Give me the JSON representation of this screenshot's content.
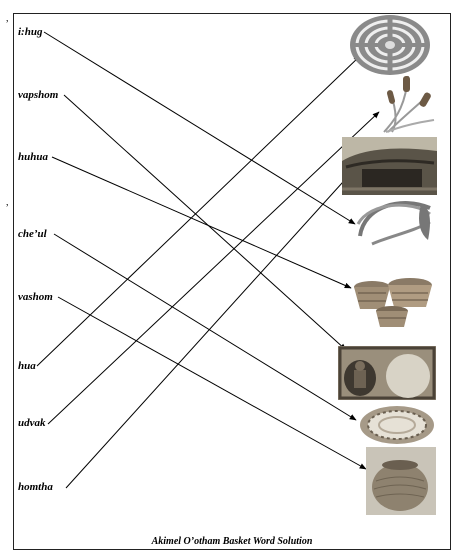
{
  "words": {
    "w1": "i:hug",
    "w2": "vapshom",
    "w3": "huhua",
    "w4": "che’ul",
    "w5": "vashom",
    "w6": "hua",
    "w7": "udvak",
    "w8": "homtha"
  },
  "pictures": {
    "p1": "coiled-maze-basket",
    "p2": "cattail-reeds",
    "p3": "grass-thatch-house",
    "p4": "devils-claw-pod",
    "p5": "stacked-baskets",
    "p6": "basket-weavers",
    "p7": "coiled-tray-basket",
    "p8": "round-pot-basket"
  },
  "footer": "Akimel O’otham Basket Word Solution",
  "colors": {
    "ink": "#000000",
    "frame": "#222222"
  }
}
